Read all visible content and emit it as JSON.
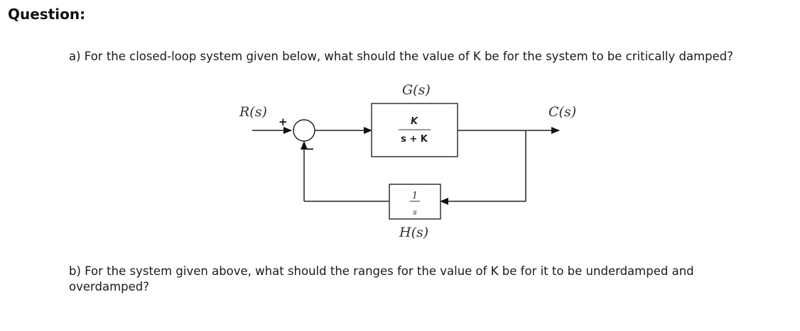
{
  "heading": "Question:",
  "question_a": "a) For the closed-loop system given below, what should the value of K be for the system to be critically damped?",
  "question_b": "b) For the system given above, what should the ranges for the value of K be for it to be underdamped and overdamped?",
  "diagram": {
    "input_label": "R(s)",
    "output_label": "C(s)",
    "forward_block_label": "G(s)",
    "forward_numerator": "K",
    "forward_denominator": "s + K",
    "feedback_block_label": "H(s)",
    "feedback_numerator": "1",
    "feedback_denominator": "s",
    "plus_sign": "+",
    "minus_sign": "−"
  }
}
